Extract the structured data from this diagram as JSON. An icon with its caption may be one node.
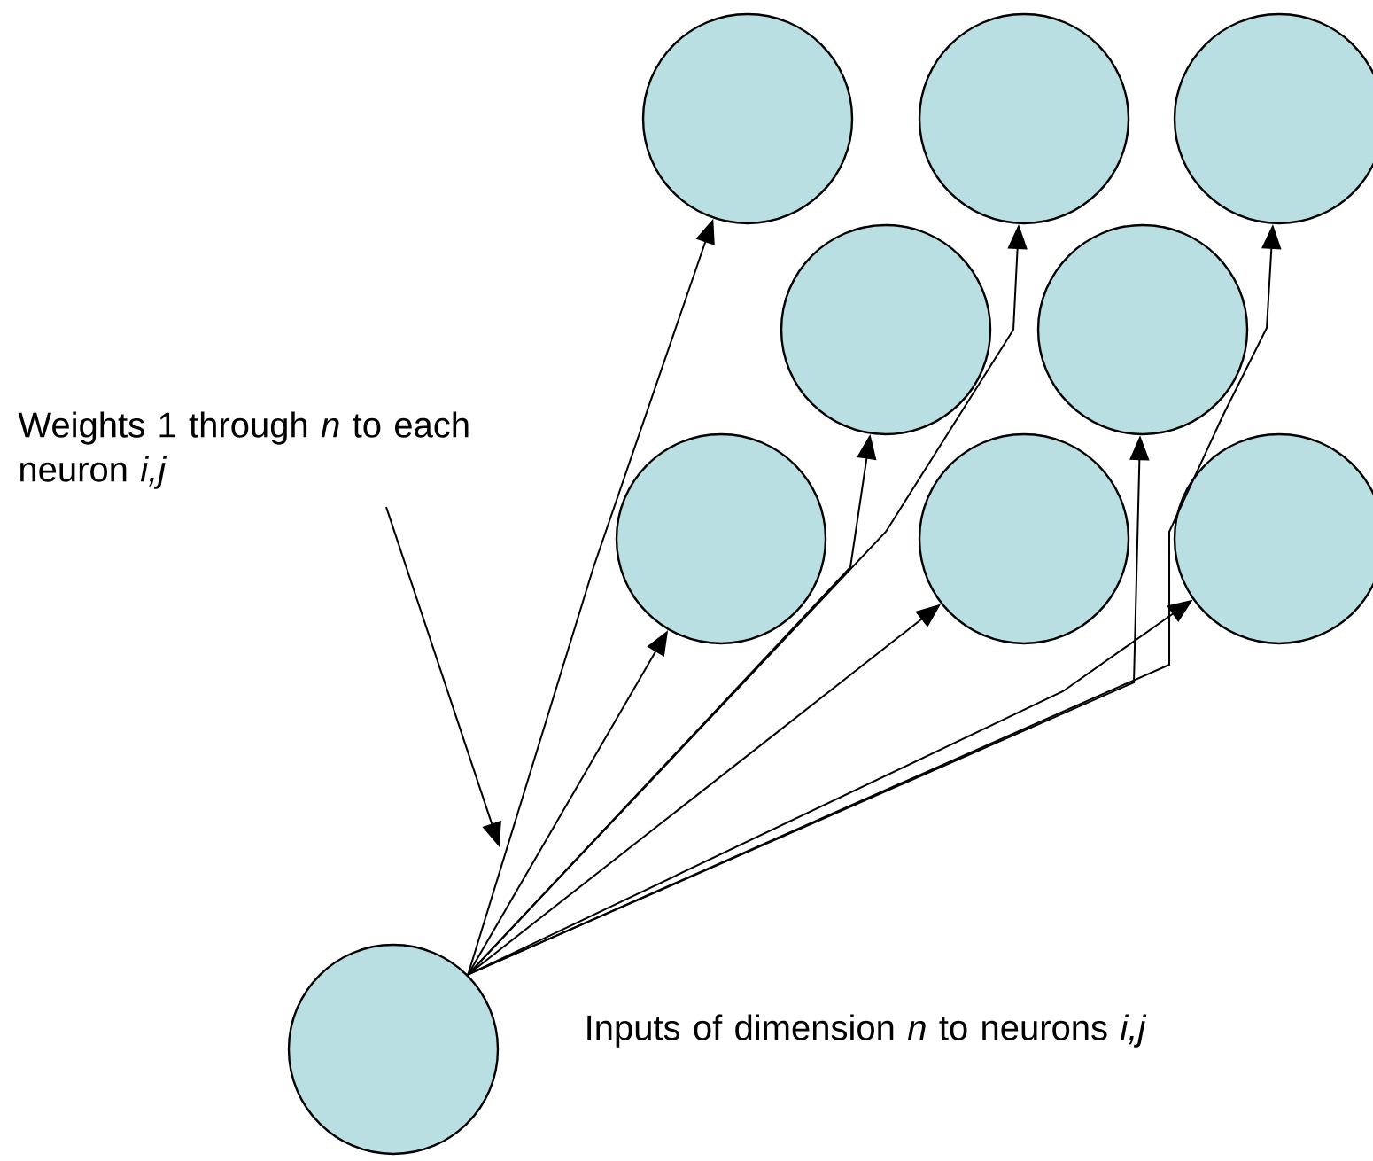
{
  "diagram": {
    "nodes": [
      {
        "text": [],
        "shape": "circle"
      },
      {
        "text": [],
        "shape": "circle"
      },
      {
        "text": [],
        "shape": "circle"
      },
      {
        "text": [],
        "shape": "circle"
      },
      {
        "text": [],
        "shape": "circle"
      },
      {
        "text": [],
        "shape": "circle"
      },
      {
        "text": [],
        "shape": "circle"
      },
      {
        "text": [],
        "shape": "circle"
      },
      {
        "text": [
          "Weights 1 through *n* to each neuron *i,j*"
        ]
      },
      {
        "text": [],
        "shape": "circle",
        "beside": [
          "Inputs of dimension *n* to neurons *i,j*"
        ]
      }
    ],
    "edges": [
      {
        "from": 9,
        "to": 0,
        "arrow": "to"
      },
      {
        "from": 9,
        "to": 1,
        "arrow": "to"
      },
      {
        "from": 9,
        "to": 2,
        "arrow": "to"
      },
      {
        "from": 9,
        "to": 3,
        "arrow": "to"
      },
      {
        "from": 9,
        "to": 4,
        "arrow": "to"
      },
      {
        "from": 9,
        "to": 5,
        "arrow": "to"
      },
      {
        "from": 9,
        "to": 6,
        "arrow": "to"
      },
      {
        "from": 9,
        "to": 7,
        "arrow": "to"
      },
      {
        "from": 8,
        "to": null,
        "arrow": "to"
      }
    ]
  }
}
